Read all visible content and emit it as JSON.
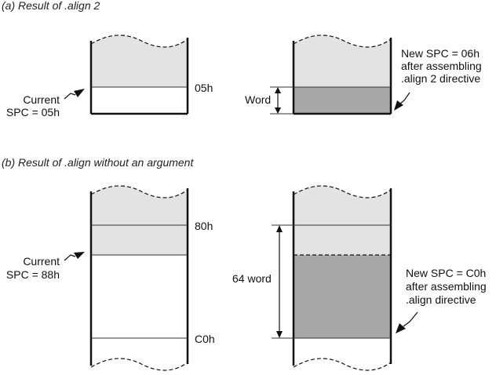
{
  "part_a": {
    "caption": "(a) Result of .align 2",
    "left": {
      "address_label": "05h",
      "current_label_line1": "Current",
      "current_label_line2": "SPC = 05h"
    },
    "right": {
      "word_label": "Word",
      "new_spc_line1": "New SPC = 06h",
      "new_spc_line2": "after assembling",
      "new_spc_line3": ".align 2 directive"
    }
  },
  "part_b": {
    "caption": "(b) Result of .align without an argument",
    "left": {
      "address_label_top": "80h",
      "address_label_bottom": "C0h",
      "current_label_line1": "Current",
      "current_label_line2": "SPC = 88h"
    },
    "right": {
      "span_label": "64 word",
      "new_spc_line1": "New SPC = C0h",
      "new_spc_line2": "after assembling",
      "new_spc_line3": ".align directive"
    }
  },
  "colors": {
    "used_memory": "#e3e3e3",
    "aligned_fill": "#a8a8a8",
    "lines": "#111111"
  }
}
